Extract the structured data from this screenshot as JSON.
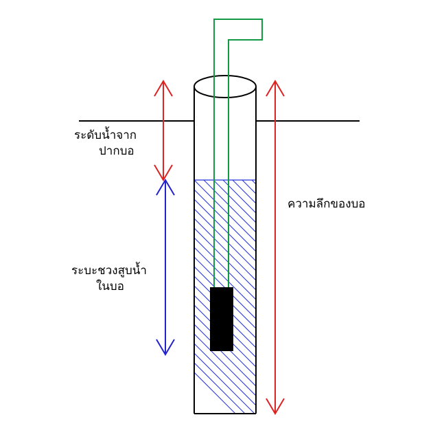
{
  "labels": {
    "water_level_from_top": [
      "ระดับน้ำจาก",
      "ปากบอ"
    ],
    "pump_range": [
      "ระบะชวงสูบน้ำ",
      "ในบอ"
    ],
    "well_depth": "ความลึกของบอ"
  },
  "colors": {
    "outline": "#000000",
    "pipe": "#119944",
    "water_hatch": "#2233dd",
    "red_arrow": "#dd2222",
    "blue_arrow": "#2222cc",
    "pump": "#000000"
  }
}
